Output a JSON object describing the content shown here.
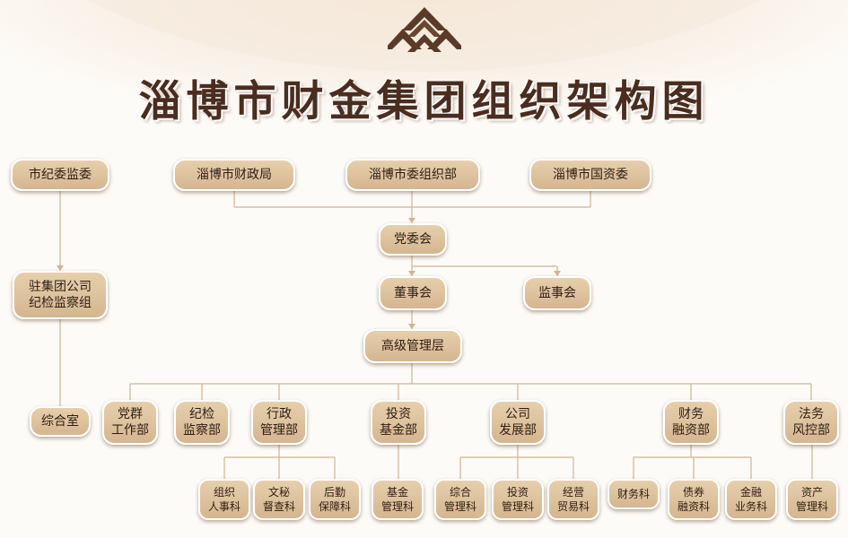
{
  "title": "淄博市财金集团组织架构图",
  "nodes": {
    "jiwei": "市纪委监委",
    "caizheng": "淄博市财政局",
    "zuzhi": "淄博市委组织部",
    "guozi": "淄博市国资委",
    "dangwei": "党委会",
    "dongshi": "董事会",
    "jianshi": "监事会",
    "gaoguan": "高级管理层",
    "jiancha": "驻集团公司\n纪检监察组",
    "zonghe": "综合室",
    "dangqun": "党群\n工作部",
    "jijian": "纪检\n监察部",
    "xingzheng": "行政\n管理部",
    "touzi": "投资\n基金部",
    "fazhan": "公司\n发展部",
    "caiwu": "财务\n融资部",
    "fawu": "法务\n风控部",
    "renshi": "组织\n人事科",
    "wenmi": "文秘\n督查科",
    "houqin": "后勤\n保障科",
    "jijin": "基金\n管理科",
    "zongheke": "综合\n管理科",
    "touzike": "投资\n管理科",
    "jingying": "经营\n贸易科",
    "caiwuke": "财务科",
    "zhaiquan": "债券\n融资科",
    "jinrong": "金融\n业务科",
    "zichan": "资产\n管理科"
  },
  "colors": {
    "box": "#d9bc96",
    "line": "#cfb48f",
    "text": "#2e1e14",
    "title": "#4a2d1f"
  }
}
